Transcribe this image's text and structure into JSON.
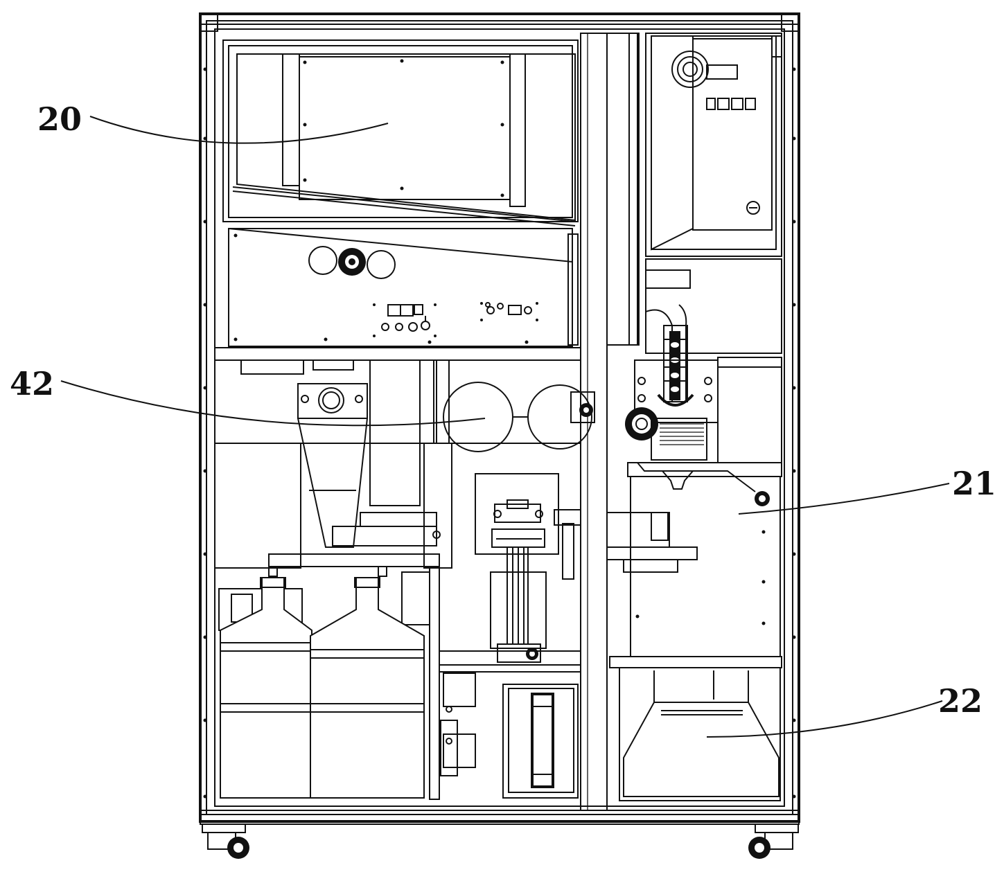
{
  "figure": {
    "callouts": [
      {
        "id": "20",
        "label": "20"
      },
      {
        "id": "42",
        "label": "42"
      },
      {
        "id": "21",
        "label": "21"
      },
      {
        "id": "22",
        "label": "22"
      }
    ]
  }
}
